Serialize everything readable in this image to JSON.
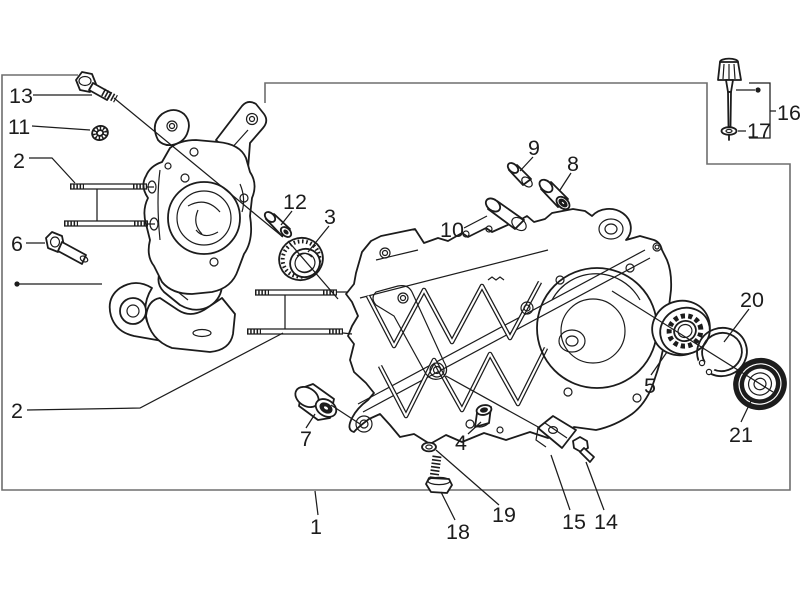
{
  "figure": {
    "kind": "exploded-parts-diagram",
    "background_color": "#ffffff",
    "line_color": "#1c1c1c",
    "frame_color": "#6e6e6e",
    "text_color": "#1c1c1c"
  },
  "callouts": [
    {
      "label": "13"
    },
    {
      "label": "11"
    },
    {
      "label": "2"
    },
    {
      "label": "6"
    },
    {
      "label": "2"
    },
    {
      "label": "12"
    },
    {
      "label": "3"
    },
    {
      "label": "9"
    },
    {
      "label": "8"
    },
    {
      "label": "10"
    },
    {
      "label": "16"
    },
    {
      "label": "17"
    },
    {
      "label": "20"
    },
    {
      "label": "5"
    },
    {
      "label": "21"
    },
    {
      "label": "7"
    },
    {
      "label": "4"
    },
    {
      "label": "19"
    },
    {
      "label": "18"
    },
    {
      "label": "15"
    },
    {
      "label": "14"
    },
    {
      "label": "1"
    }
  ]
}
